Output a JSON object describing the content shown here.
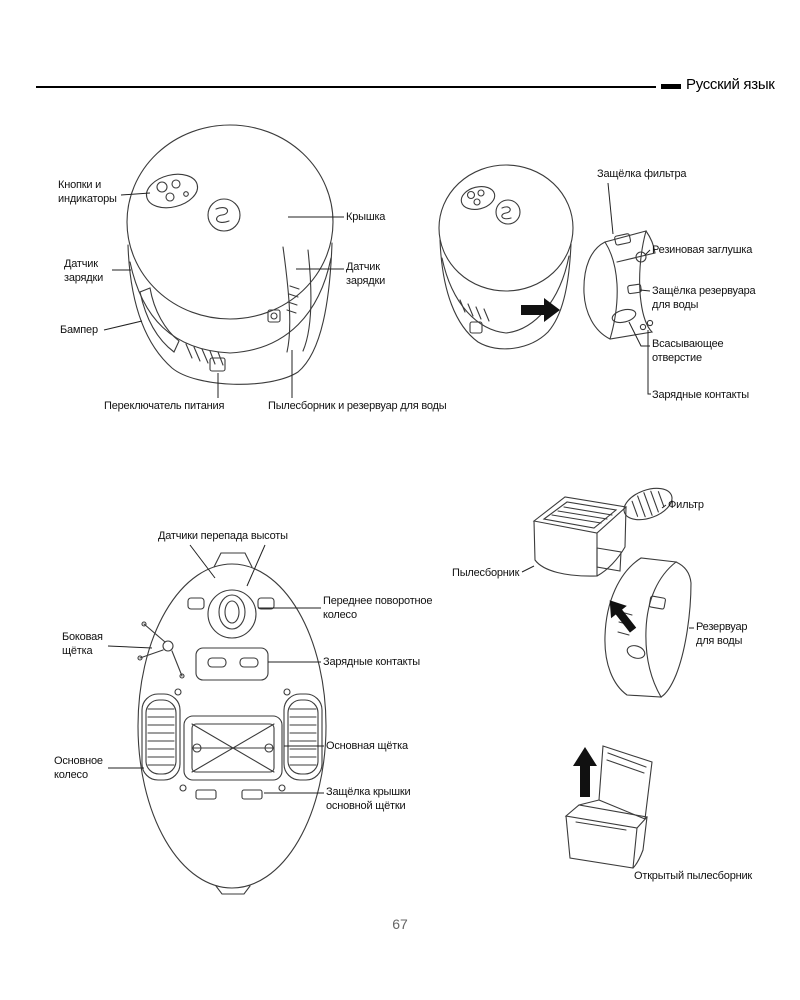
{
  "page": {
    "header": "Русский язык",
    "page_number": "67"
  },
  "robot_top_view": {
    "labels": {
      "buttons_indicators": "Кнопки и\nиндикаторы",
      "lid": "Крышка",
      "charging_sensor_left": "Датчик\nзарядки",
      "charging_sensor_right": "Датчик\nзарядки",
      "bumper": "Бампер",
      "power_switch": "Переключатель питания",
      "dustbin_water_tank": "Пылесборник и резервуар для воды"
    }
  },
  "dustbin_removal_view": {
    "labels": {
      "filter_latch": "Защёлка фильтра",
      "rubber_plug": "Резиновая заглушка",
      "water_tank_latch": "Защёлка резервуара\nдля воды",
      "suction_opening": "Всасывающее\nотверстие",
      "charging_contacts": "Зарядные контакты"
    }
  },
  "robot_bottom_view": {
    "labels": {
      "cliff_sensors": "Датчики перепада высоты",
      "front_swivel_wheel": "Переднее поворотное\nколесо",
      "side_brush": "Боковая\nщётка",
      "charging_contacts": "Зарядные контакты",
      "main_wheel": "Основное\nколесо",
      "main_brush": "Основная щётка",
      "main_brush_cover_latch": "Защёлка крышки\nосновной щётки"
    }
  },
  "dustbin_filter_view": {
    "labels": {
      "filter": "Фильтр",
      "dustbin": "Пылесборник",
      "water_tank": "Резервуар\nдля воды"
    }
  },
  "open_dustbin_view": {
    "labels": {
      "open_dustbin": "Открытый пылесборник"
    }
  }
}
